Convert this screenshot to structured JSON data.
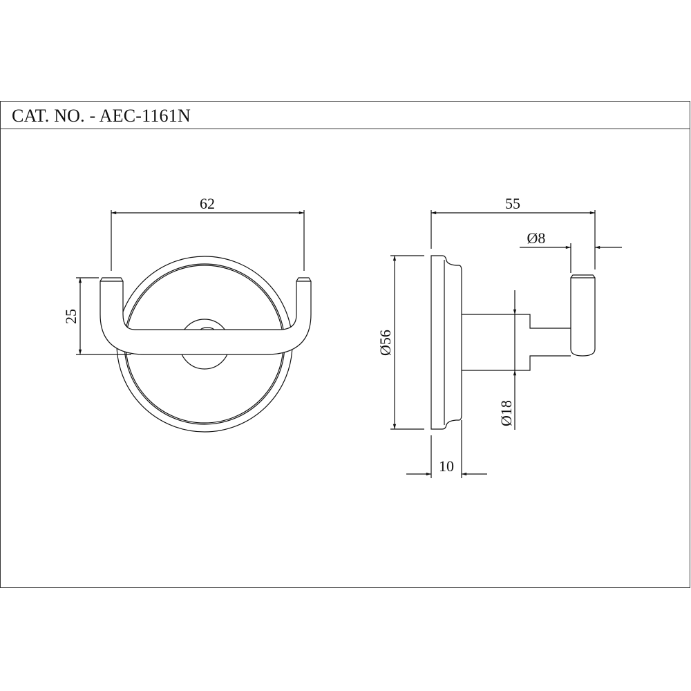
{
  "title": "CAT. NO. - AEC-1161N",
  "front_view": {
    "width_dim": "62",
    "height_dim": "25"
  },
  "side_view": {
    "depth_dim": "55",
    "hook_dia_dim": "Ø8",
    "base_dia_dim": "Ø56",
    "stem_dia_dim": "Ø18",
    "base_thickness_dim": "10"
  },
  "colors": {
    "line": "#111111",
    "background": "#ffffff"
  }
}
